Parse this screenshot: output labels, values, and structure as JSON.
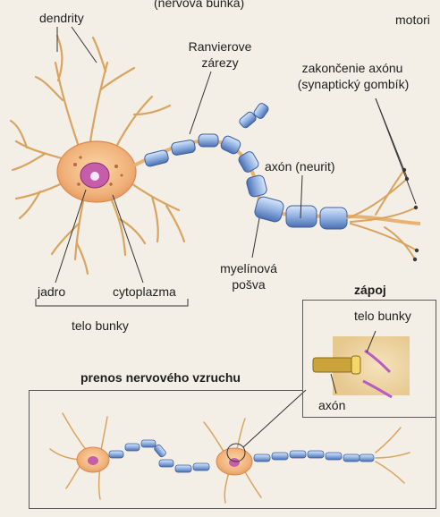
{
  "labels": {
    "top_title_fragment": "(nervová bunka)",
    "dendrites": "dendrity",
    "motor_fragment": "motori",
    "ranvier_line1": "Ranvierove",
    "ranvier_line2": "zárezy",
    "terminal_line1": "zakončenie axónu",
    "terminal_line2": "(synaptický gombík)",
    "axon": "axón (neurit)",
    "nucleus": "jadro",
    "cytoplasm": "cytoplazma",
    "myelin_line1": "myelínová",
    "myelin_line2": "pošva",
    "cell_body": "telo bunky",
    "synapse_title": "zápoj",
    "synapse_cell_body": "telo bunky",
    "synapse_axon": "axón",
    "transmission_title": "prenos nervového vzruchu"
  },
  "colors": {
    "background": "#f3efe6",
    "cell_body": "#f0b27a",
    "nucleus": "#c65da8",
    "myelin": "#8fb0e0",
    "myelin_dark": "#4a6fb3",
    "neurite_line": "#d9a45f",
    "label_line": "#333333"
  }
}
